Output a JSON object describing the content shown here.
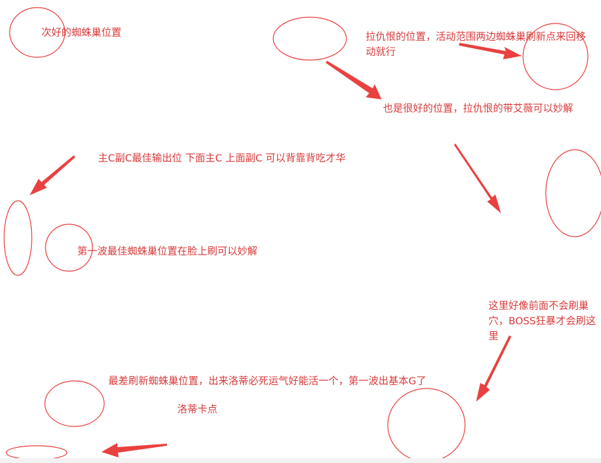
{
  "colors": {
    "ink": "#d83a3a",
    "marker": "#e8413f",
    "background": "#ffffff"
  },
  "notes": {
    "second_best_nest": "次好的蜘蛛巢位置",
    "aggro_position": "拉仇恨的位置，活动范围两边蜘蛛巢刷新点来回移动就行",
    "also_good_position": "也是很好的位置，拉仇恨的带艾薇可以妙解",
    "main_dps_position": "主C副C最佳输出位 下面主C 上面副C 可以背靠背吃才华",
    "first_wave_best_nest": "第一波最佳蜘蛛巢位置在脸上刷可以妙解",
    "boss_enrage_note": "这里好像前面不会刷巢穴，BOSS狂暴才会刷这里",
    "worst_nest": "最差刷新蜘蛛巢位置，出来洛蒂必死运气好能活一个，第一波出基本G了",
    "lotty_stuck": "洛蒂卡点"
  }
}
